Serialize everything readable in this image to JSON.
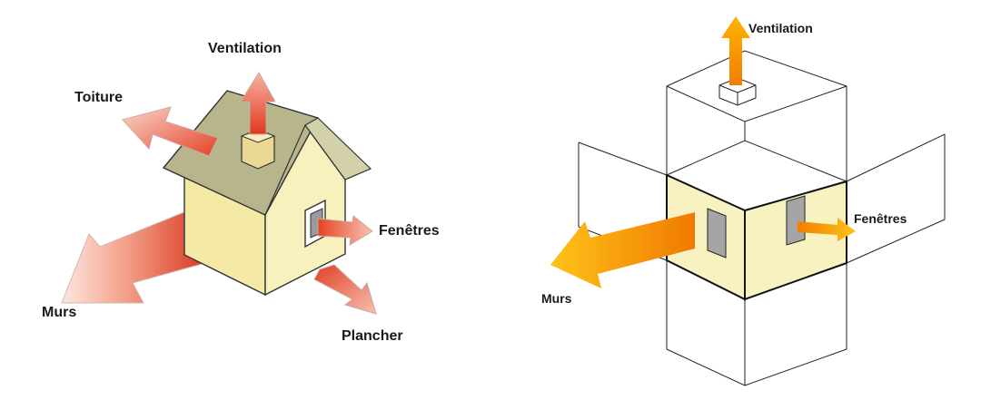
{
  "left_diagram": {
    "labels": {
      "ventilation": "Ventilation",
      "toiture": "Toiture",
      "fenetres": "Fenêtres",
      "murs": "Murs",
      "plancher": "Plancher"
    }
  },
  "right_diagram": {
    "labels": {
      "ventilation": "Ventilation",
      "fenetres": "Fenêtres",
      "murs": "Murs"
    }
  },
  "colors": {
    "wall_face": "#f6efb0",
    "wall_side": "#f3e9a0",
    "roof": "#b9b78c",
    "arrow_red": "#e23b1e",
    "arrow_orange": "#f59a00"
  }
}
